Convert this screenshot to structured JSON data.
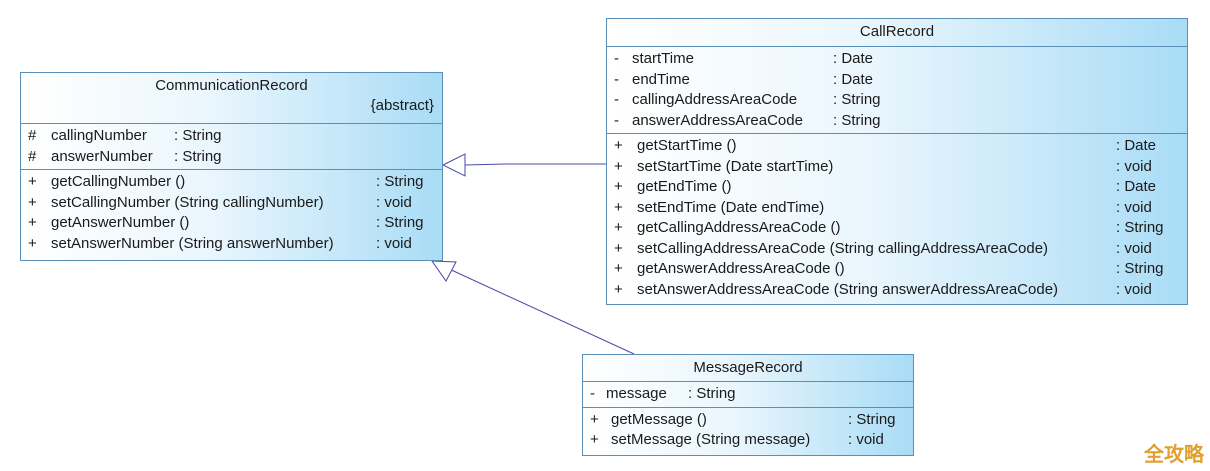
{
  "communication_record": {
    "name": "CommunicationRecord",
    "stereotype": "{abstract}",
    "attributes": [
      {
        "vis": "#",
        "name": "callingNumber",
        "type": ": String"
      },
      {
        "vis": "#",
        "name": "answerNumber",
        "type": ": String"
      }
    ],
    "operations": [
      {
        "vis": "+",
        "name": "getCallingNumber ()",
        "type": ": String"
      },
      {
        "vis": "+",
        "name": "setCallingNumber (String callingNumber)",
        "type": ": void"
      },
      {
        "vis": "+",
        "name": "getAnswerNumber ()",
        "type": ": String"
      },
      {
        "vis": "+",
        "name": "setAnswerNumber (String answerNumber)",
        "type": ": void"
      }
    ]
  },
  "call_record": {
    "name": "CallRecord",
    "attributes": [
      {
        "vis": "-",
        "name": "startTime",
        "type": ": Date"
      },
      {
        "vis": "-",
        "name": "endTime",
        "type": ": Date"
      },
      {
        "vis": "-",
        "name": "callingAddressAreaCode",
        "type": ": String"
      },
      {
        "vis": "-",
        "name": "answerAddressAreaCode",
        "type": ": String"
      }
    ],
    "operations": [
      {
        "vis": "+",
        "name": "getStartTime ()",
        "type": ": Date"
      },
      {
        "vis": "+",
        "name": "setStartTime (Date startTime)",
        "type": ": void"
      },
      {
        "vis": "+",
        "name": "getEndTime ()",
        "type": ": Date"
      },
      {
        "vis": "+",
        "name": "setEndTime (Date endTime)",
        "type": ": void"
      },
      {
        "vis": "+",
        "name": "getCallingAddressAreaCode ()",
        "type": ": String"
      },
      {
        "vis": "+",
        "name": "setCallingAddressAreaCode (String callingAddressAreaCode)",
        "type": ": void"
      },
      {
        "vis": "+",
        "name": "getAnswerAddressAreaCode ()",
        "type": ": String"
      },
      {
        "vis": "+",
        "name": "setAnswerAddressAreaCode (String answerAddressAreaCode)",
        "type": ": void"
      }
    ]
  },
  "message_record": {
    "name": "MessageRecord",
    "attributes": [
      {
        "vis": "-",
        "name": "message",
        "type": ": String"
      }
    ],
    "operations": [
      {
        "vis": "+",
        "name": "getMessage ()",
        "type": ": String"
      },
      {
        "vis": "+",
        "name": "setMessage (String message)",
        "type": ": void"
      }
    ]
  },
  "watermark": {
    "text": "全攻略"
  },
  "colors": {
    "border": "#5a8fb8",
    "connector": "#4a4aa8",
    "gradient_end": "#a9dcf6"
  }
}
